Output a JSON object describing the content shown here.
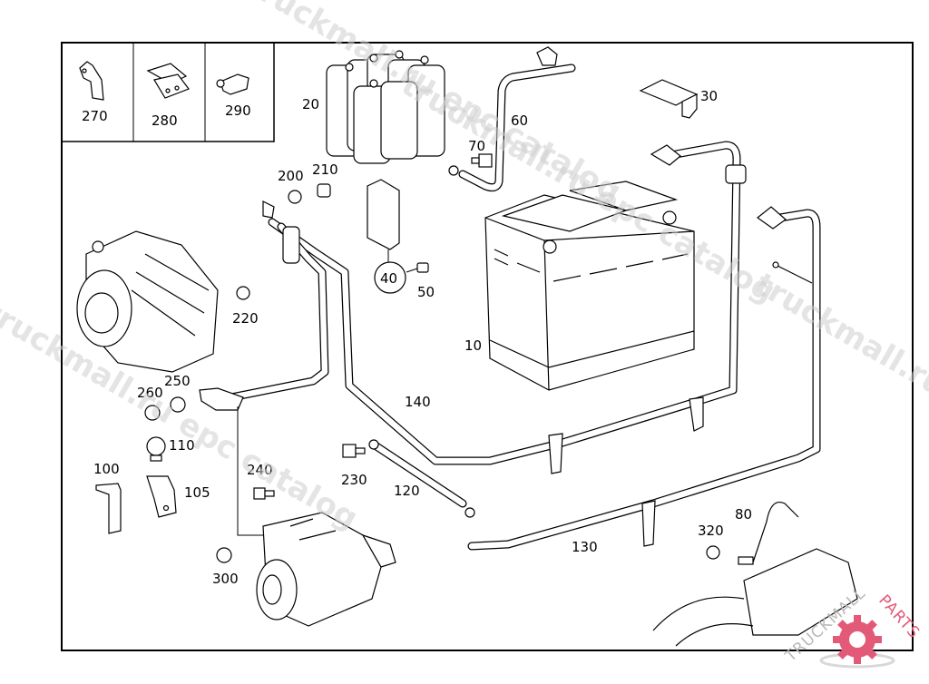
{
  "diagram": {
    "title": "Battery, alternator, starter and cable harness exploded parts diagram",
    "inset_parts": [
      {
        "label": "270",
        "name": "bracket"
      },
      {
        "label": "280",
        "name": "clip-holder"
      },
      {
        "label": "290",
        "name": "cable-clip"
      }
    ],
    "parts": [
      {
        "label": "10",
        "name": "battery"
      },
      {
        "label": "20",
        "name": "battery-cover"
      },
      {
        "label": "30",
        "name": "terminal-cover"
      },
      {
        "label": "40",
        "name": "fuse-box"
      },
      {
        "label": "50",
        "name": "screw"
      },
      {
        "label": "60",
        "name": "ground-cable"
      },
      {
        "label": "70",
        "name": "bolt"
      },
      {
        "label": "80",
        "name": "sensor-cable"
      },
      {
        "label": "100",
        "name": "bracket"
      },
      {
        "label": "105",
        "name": "bracket"
      },
      {
        "label": "110",
        "name": "hose-clamp"
      },
      {
        "label": "120",
        "name": "ground-strap"
      },
      {
        "label": "130",
        "name": "cable"
      },
      {
        "label": "140",
        "name": "positive-cable"
      },
      {
        "label": "200",
        "name": "washer"
      },
      {
        "label": "210",
        "name": "nut"
      },
      {
        "label": "220",
        "name": "nut"
      },
      {
        "label": "230",
        "name": "bolt"
      },
      {
        "label": "240",
        "name": "nut"
      },
      {
        "label": "250",
        "name": "nut"
      },
      {
        "label": "260",
        "name": "nut"
      },
      {
        "label": "300",
        "name": "bolt"
      },
      {
        "label": "320",
        "name": "washer"
      }
    ],
    "watermarks": [
      "truckmall.ru epc catalog",
      "truckmall.ru epc catalog",
      "truckmall.ru epc catalog",
      "truckmall.ru epc catalog"
    ],
    "logo": {
      "text_grey": "TRUCKMALL",
      "text_accent": "PARTS",
      "accent_color": "#e35a78"
    }
  }
}
